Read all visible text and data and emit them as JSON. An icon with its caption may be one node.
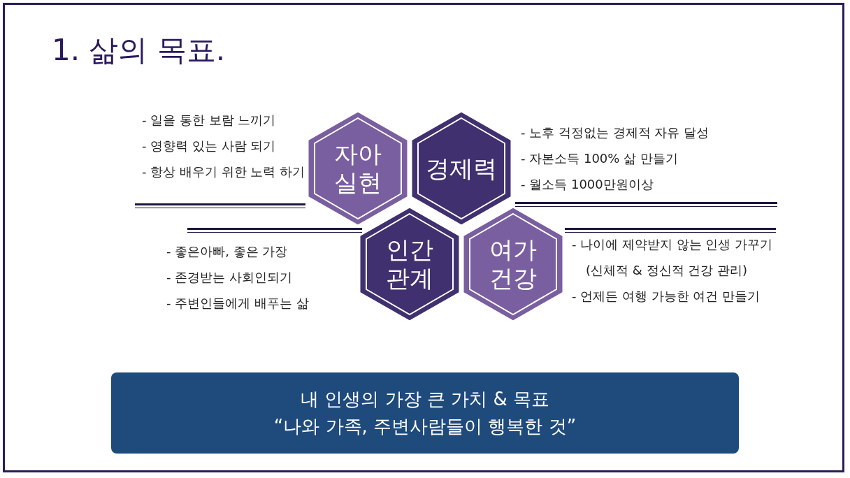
{
  "diagram": {
    "title": "1. 삶의 목표.",
    "nodes": [
      {
        "text": [
          "자아 실현"
        ],
        "beside": [
          "- 일을 통한 보람 느끼기",
          "- 영향력 있는 사람 되기",
          "- 항상 배우기 위한 노력 하기"
        ]
      },
      {
        "text": [
          "경제력"
        ],
        "beside": [
          "- 노후 걱정없는 경제적 자유 달성",
          "- 자본소득 100% 삶 만들기",
          "- 월소득 1000만원이상"
        ]
      },
      {
        "text": [
          "인간 관계"
        ],
        "beside": [
          "- 좋은아빠, 좋은 가장",
          "- 존경받는 사회인되기",
          "- 주변인들에게 배푸는 삶"
        ]
      },
      {
        "text": [
          "여가 건강"
        ],
        "beside": [
          "- 나이에 제약받지 않는 인생 가꾸기",
          "(신체적 & 정신적 건강 관리)",
          "- 언제든 여행 가능한 여건 만들기"
        ]
      },
      {
        "text": [
          "내 인생의 가장 큰 가치 & 목표",
          "“나와 가족, 주변사람들이 행복한 것”"
        ]
      }
    ]
  }
}
